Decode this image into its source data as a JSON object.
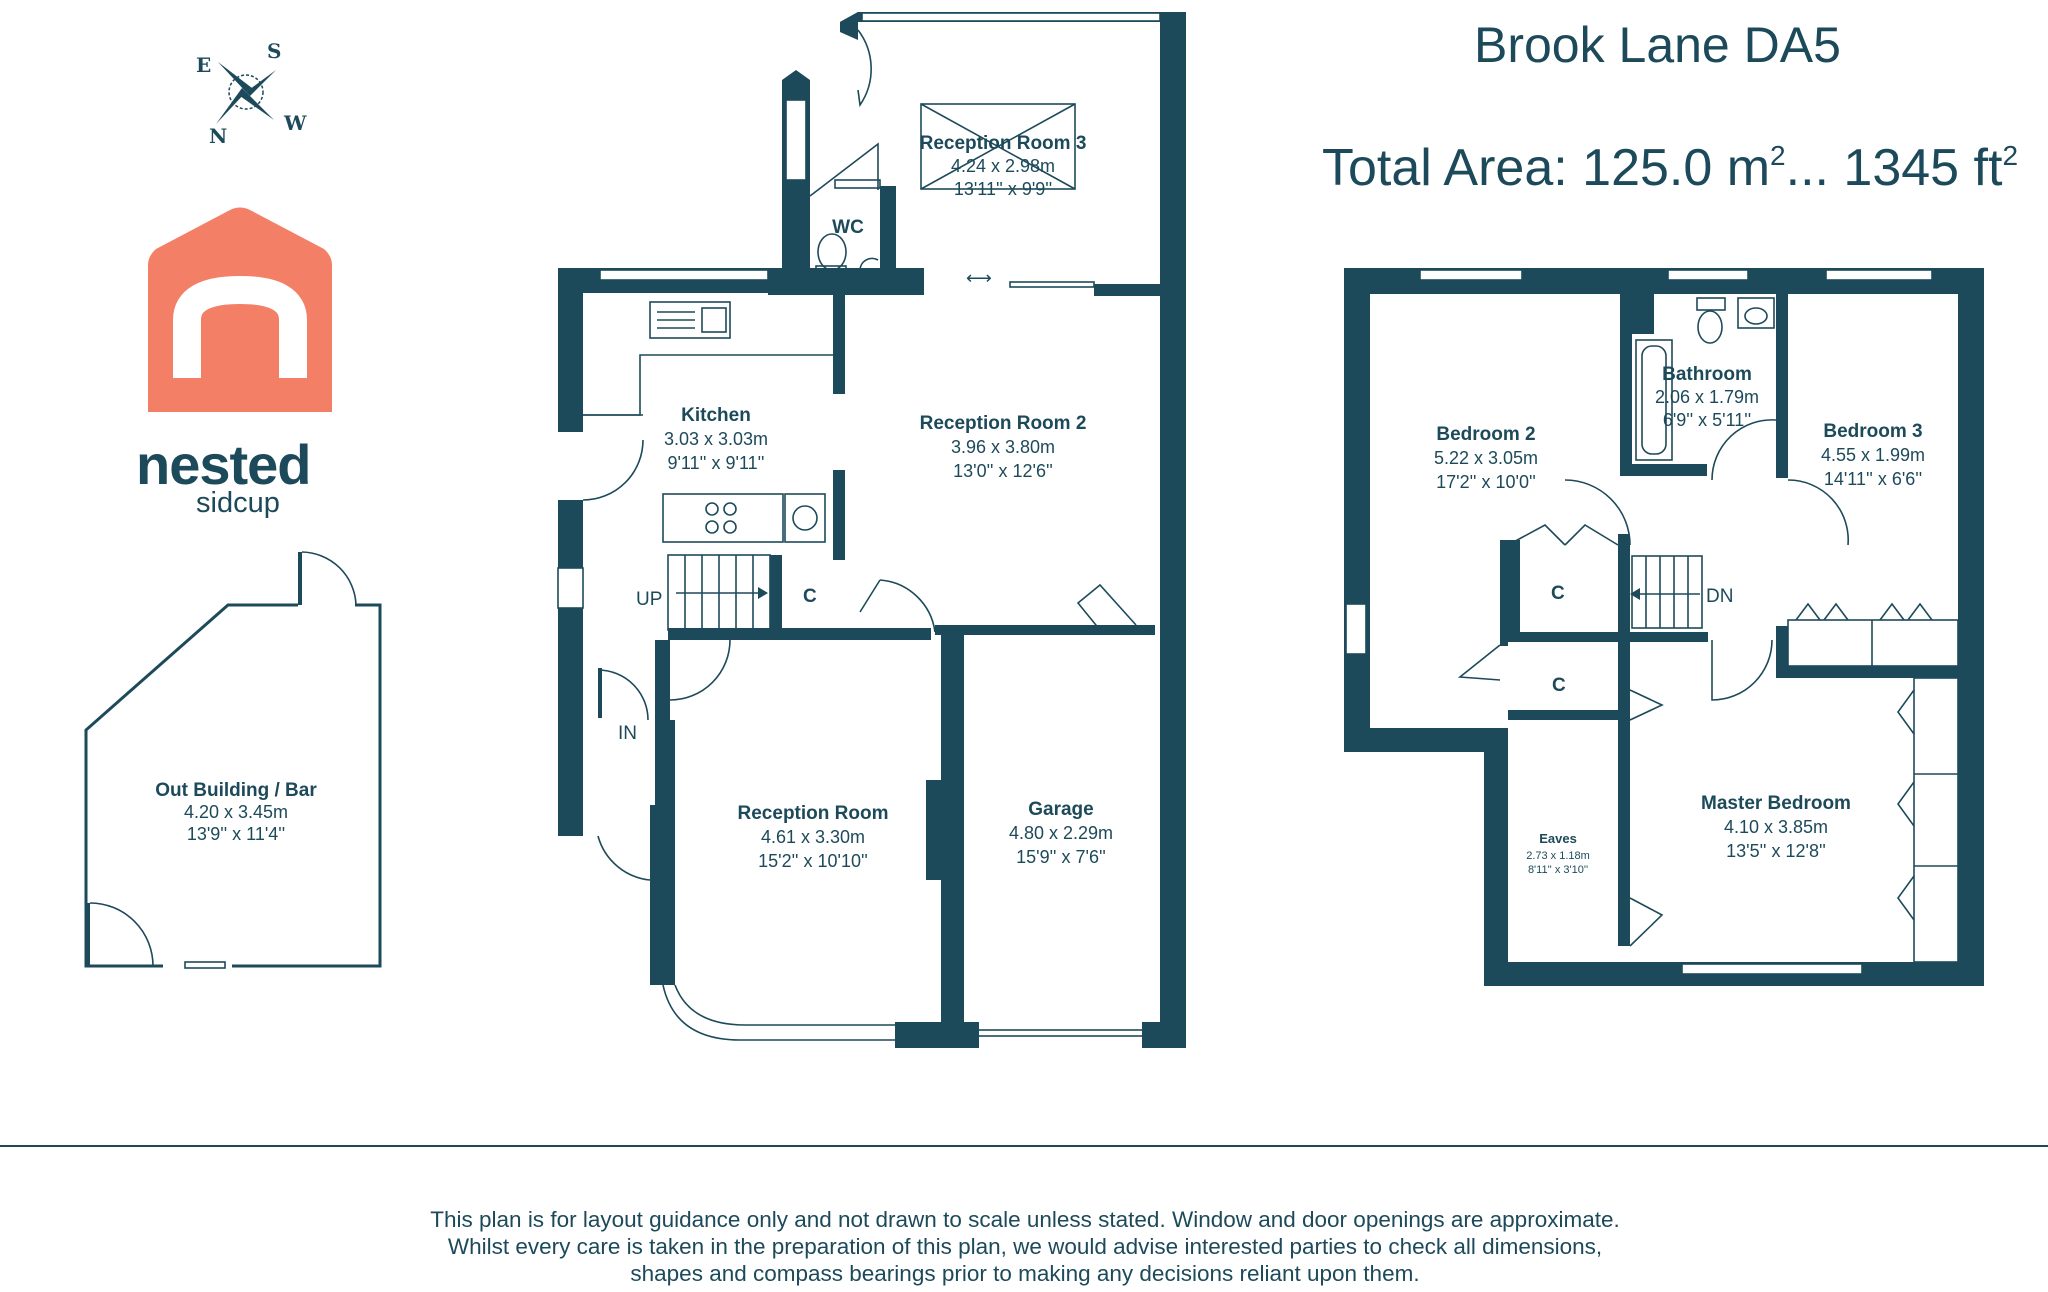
{
  "header": {
    "title": "Brook Lane DA5",
    "area_prefix": "Total Area: 125.0 m",
    "area_mid": "... 1345 ft",
    "area_sup": "2"
  },
  "brand": {
    "name": "nested",
    "location": "sidcup",
    "logo_color": "#f47f67"
  },
  "compass": {
    "e": "E",
    "s": "S",
    "n": "N",
    "w": "W"
  },
  "rooms": {
    "outbuilding": {
      "name": "Out Building / Bar",
      "dim_m": "4.20 x 3.45m",
      "dim_ft": "13'9'' x 11'4''"
    },
    "reception3": {
      "name": "Reception Room 3",
      "dim_m": "4.24 x 2.98m",
      "dim_ft": "13'11'' x 9'9''"
    },
    "wc": {
      "name": "WC"
    },
    "kitchen": {
      "name": "Kitchen",
      "dim_m": "3.03 x 3.03m",
      "dim_ft": "9'11'' x 9'11''"
    },
    "reception2": {
      "name": "Reception Room 2",
      "dim_m": "3.96 x 3.80m",
      "dim_ft": "13'0'' x 12'6''"
    },
    "reception": {
      "name": "Reception Room",
      "dim_m": "4.61 x 3.30m",
      "dim_ft": "15'2'' x 10'10''"
    },
    "garage": {
      "name": "Garage",
      "dim_m": "4.80 x 2.29m",
      "dim_ft": "15'9'' x 7'6''"
    },
    "bedroom2": {
      "name": "Bedroom 2",
      "dim_m": "5.22 x 3.05m",
      "dim_ft": "17'2'' x 10'0''"
    },
    "bathroom": {
      "name": "Bathroom",
      "dim_m": "2.06 x 1.79m",
      "dim_ft": "6'9'' x 5'11''"
    },
    "bedroom3": {
      "name": "Bedroom 3",
      "dim_m": "4.55 x 1.99m",
      "dim_ft": "14'11'' x 6'6''"
    },
    "master": {
      "name": "Master Bedroom",
      "dim_m": "4.10 x 3.85m",
      "dim_ft": "13'5'' x 12'8''"
    },
    "eaves": {
      "name": "Eaves",
      "dim_m": "2.73 x 1.18m",
      "dim_ft": "8'11'' x 3'10''"
    }
  },
  "labels": {
    "up": "UP",
    "dn": "DN",
    "in": "IN",
    "cupboard": "C"
  },
  "disclaimer": [
    "This plan is for layout guidance only and not drawn to scale unless stated. Window and door openings are approximate.",
    "Whilst every care is taken in the preparation of this plan, we would advise interested parties to check all dimensions,",
    "shapes and compass bearings prior to making any decisions reliant upon them."
  ],
  "colors": {
    "wall": "#1d4a5a",
    "logo": "#f47f67",
    "background": "#ffffff"
  }
}
